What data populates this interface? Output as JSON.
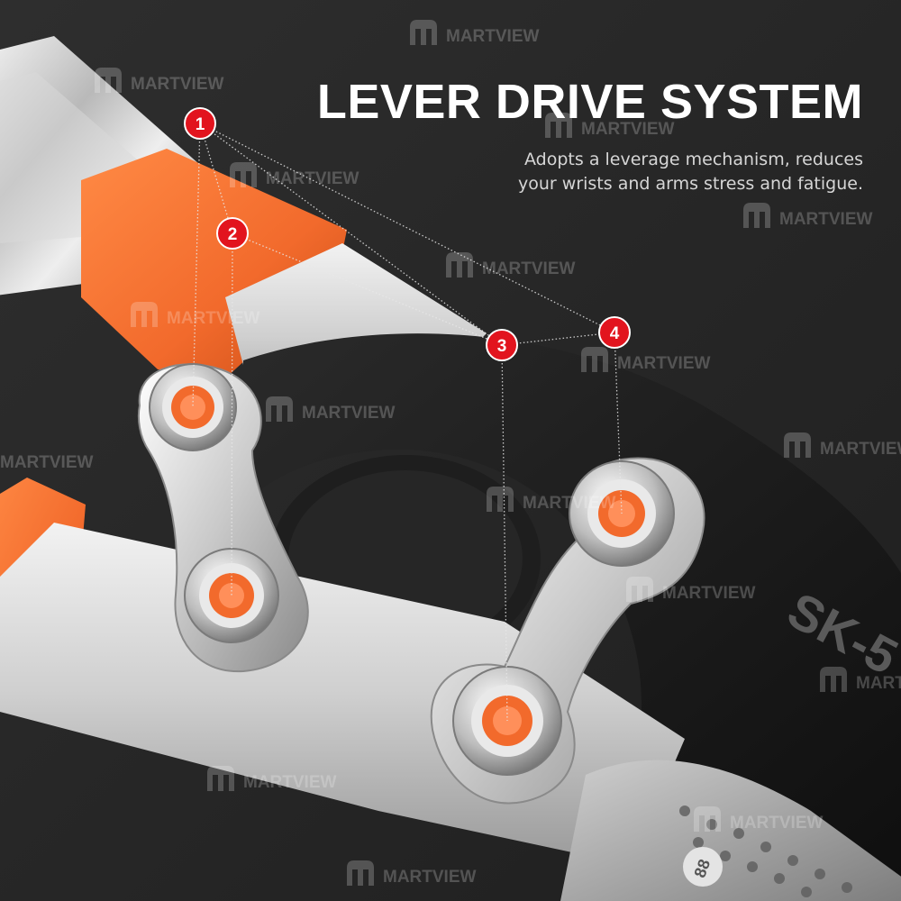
{
  "headline": {
    "title": "LEVER DRIVE SYSTEM",
    "subtitle": "Adopts a leverage mechanism, reduces your wrists and arms stress and fatigue."
  },
  "callouts": [
    {
      "label": "1"
    },
    {
      "label": "2"
    },
    {
      "label": "3"
    },
    {
      "label": "4"
    }
  ],
  "watermark": {
    "text": "MARTVIEW"
  },
  "blade_marking": "SK-5",
  "stamp_number": "88",
  "colors": {
    "background": "#262626",
    "accent_orange": "#f26a2c",
    "badge_red": "#e2141e",
    "steel": "#d8d8d8",
    "blade_black": "#161616",
    "text_white": "#ffffff"
  }
}
